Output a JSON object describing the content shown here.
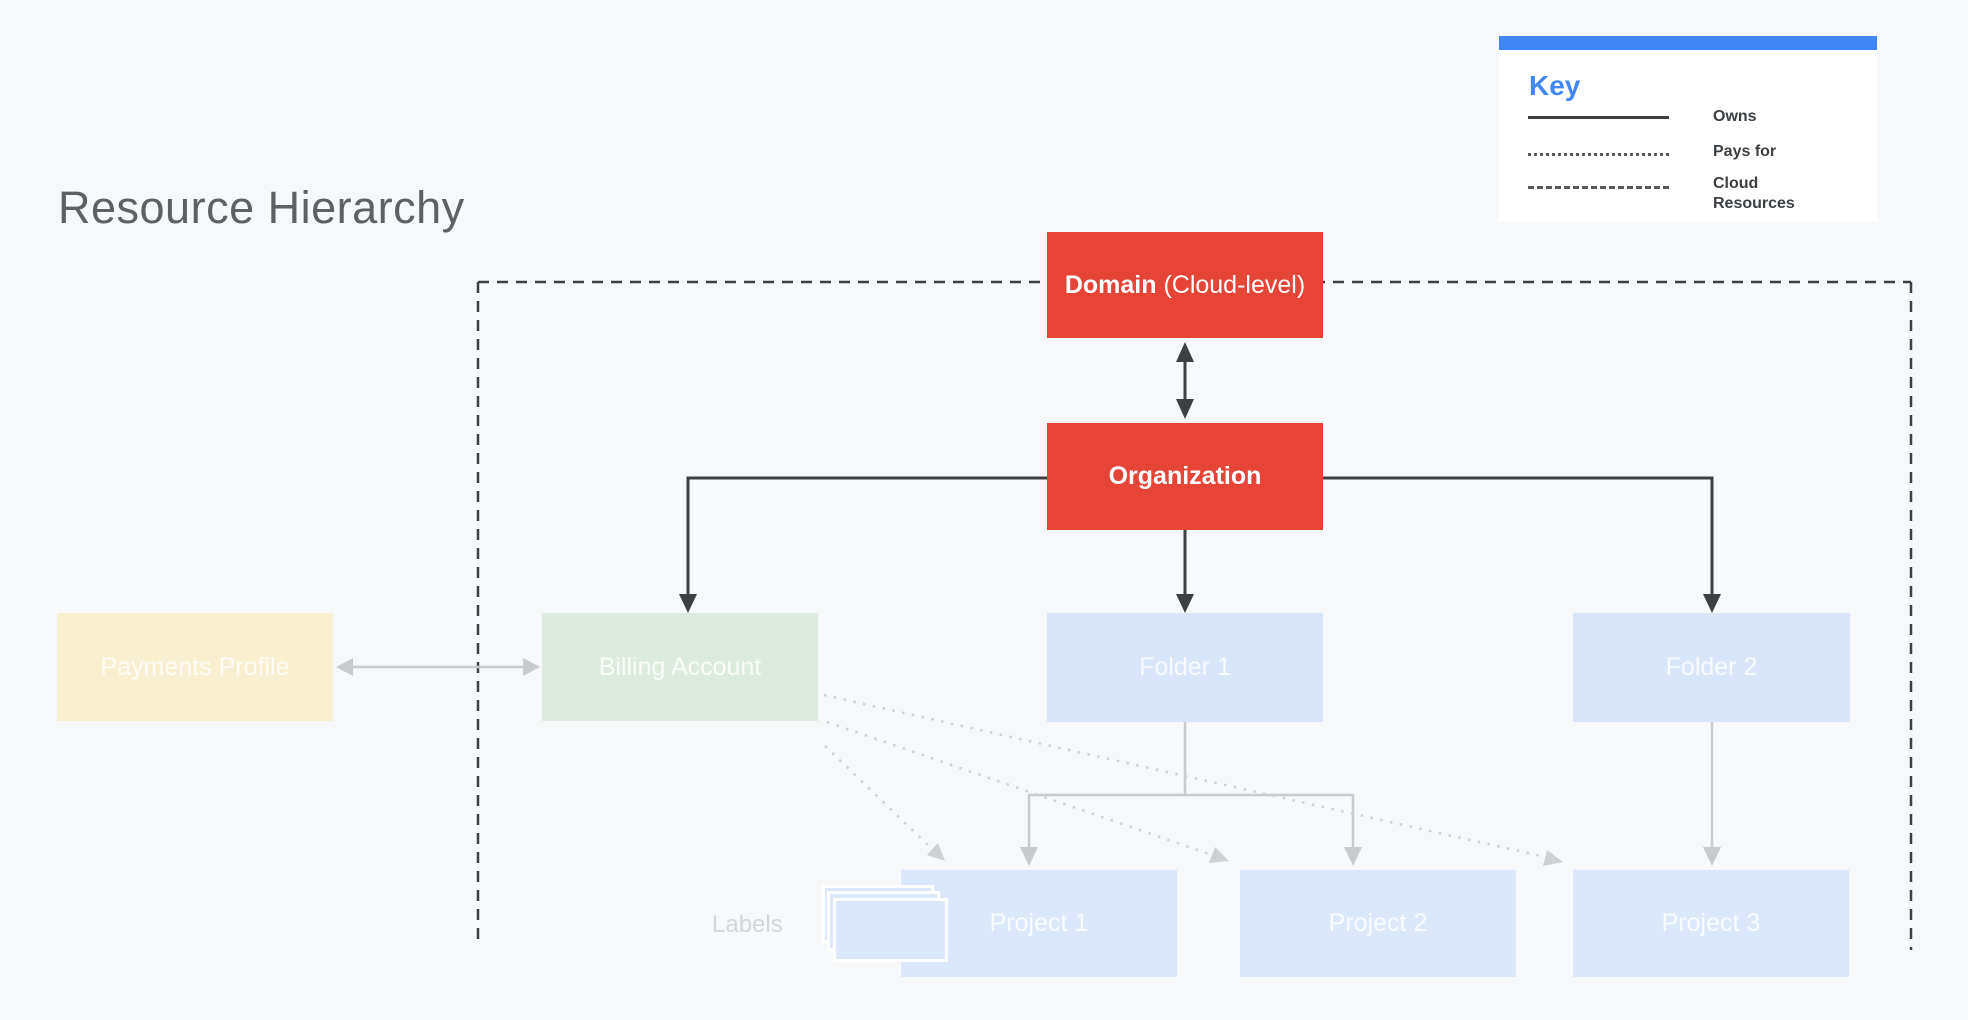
{
  "page": {
    "title": "Resource Hierarchy",
    "background_color": "#f7f8fa"
  },
  "key": {
    "title": "Key",
    "accent_color": "#4285f4",
    "entries": [
      {
        "line_style": "solid",
        "label": "Owns"
      },
      {
        "line_style": "dotted",
        "label": "Pays for"
      },
      {
        "line_style": "dashed",
        "label": "Cloud Resources"
      }
    ]
  },
  "nodes": {
    "domain": {
      "bold": "Domain",
      "rest": " (Cloud-level)",
      "color": "#e64437",
      "text_color": "#ffffff"
    },
    "organization": {
      "label": "Organization",
      "color": "#e64437",
      "text_color": "#ffffff"
    },
    "payments_profile": {
      "label": "Payments Profile",
      "color": "#f8eed0"
    },
    "billing_account": {
      "label": "Billing Account",
      "color": "#dcebdd"
    },
    "folder1": {
      "label": "Folder 1",
      "color": "#d9e5f9"
    },
    "folder2": {
      "label": "Folder 2",
      "color": "#d9e5f9"
    },
    "project1": {
      "label": "Project 1",
      "color": "#dbe7fb"
    },
    "project2": {
      "label": "Project 2",
      "color": "#dbe7fb"
    },
    "project3": {
      "label": "Project 3",
      "color": "#dbe7fb"
    }
  },
  "labels_icon": "stacked-cards",
  "labels_caption": "Labels",
  "connector_colors": {
    "dark_arrow": "#3c4043",
    "gray_arrow": "#c8cacd",
    "dotted_line": "#ced1d4",
    "dashed_border": "#3c4043"
  }
}
